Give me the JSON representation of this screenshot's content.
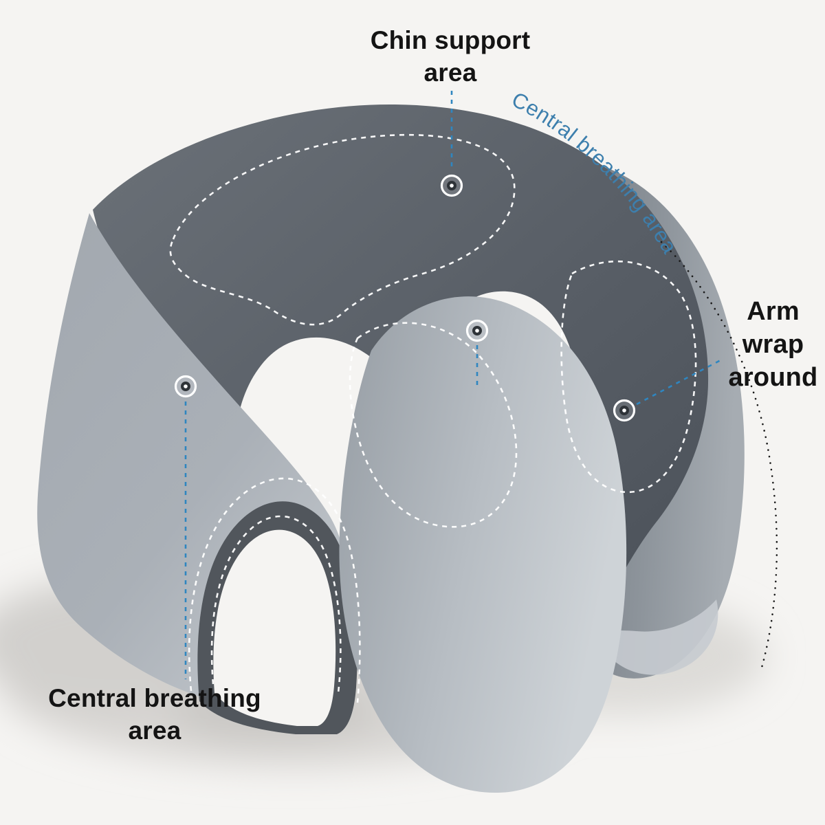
{
  "scene": {
    "background": "#f5f4f2",
    "subject": "gray ergonomic nap pillow with annotated zones",
    "marker_count": 4
  },
  "labels": {
    "chin_support": {
      "line1": "Chin support",
      "line2": "area"
    },
    "central_breathing_top": "Central breathing area",
    "arm_wrap": {
      "line1": "Arm wrap",
      "line2": "around"
    },
    "central_breathing_bottom": {
      "line1": "Central breathing",
      "line2": "area"
    }
  },
  "colors": {
    "background": "#f5f4f2",
    "label_text": "#141414",
    "curved_label_text": "#3d7fad",
    "leader_line": "#2f86c0",
    "region_outline": "#ffffff",
    "contour_dotted": "#1a1a1a",
    "pillow_dark": "#565c64",
    "pillow_mid": "#8f969d",
    "pillow_light": "#c3c8cd"
  }
}
